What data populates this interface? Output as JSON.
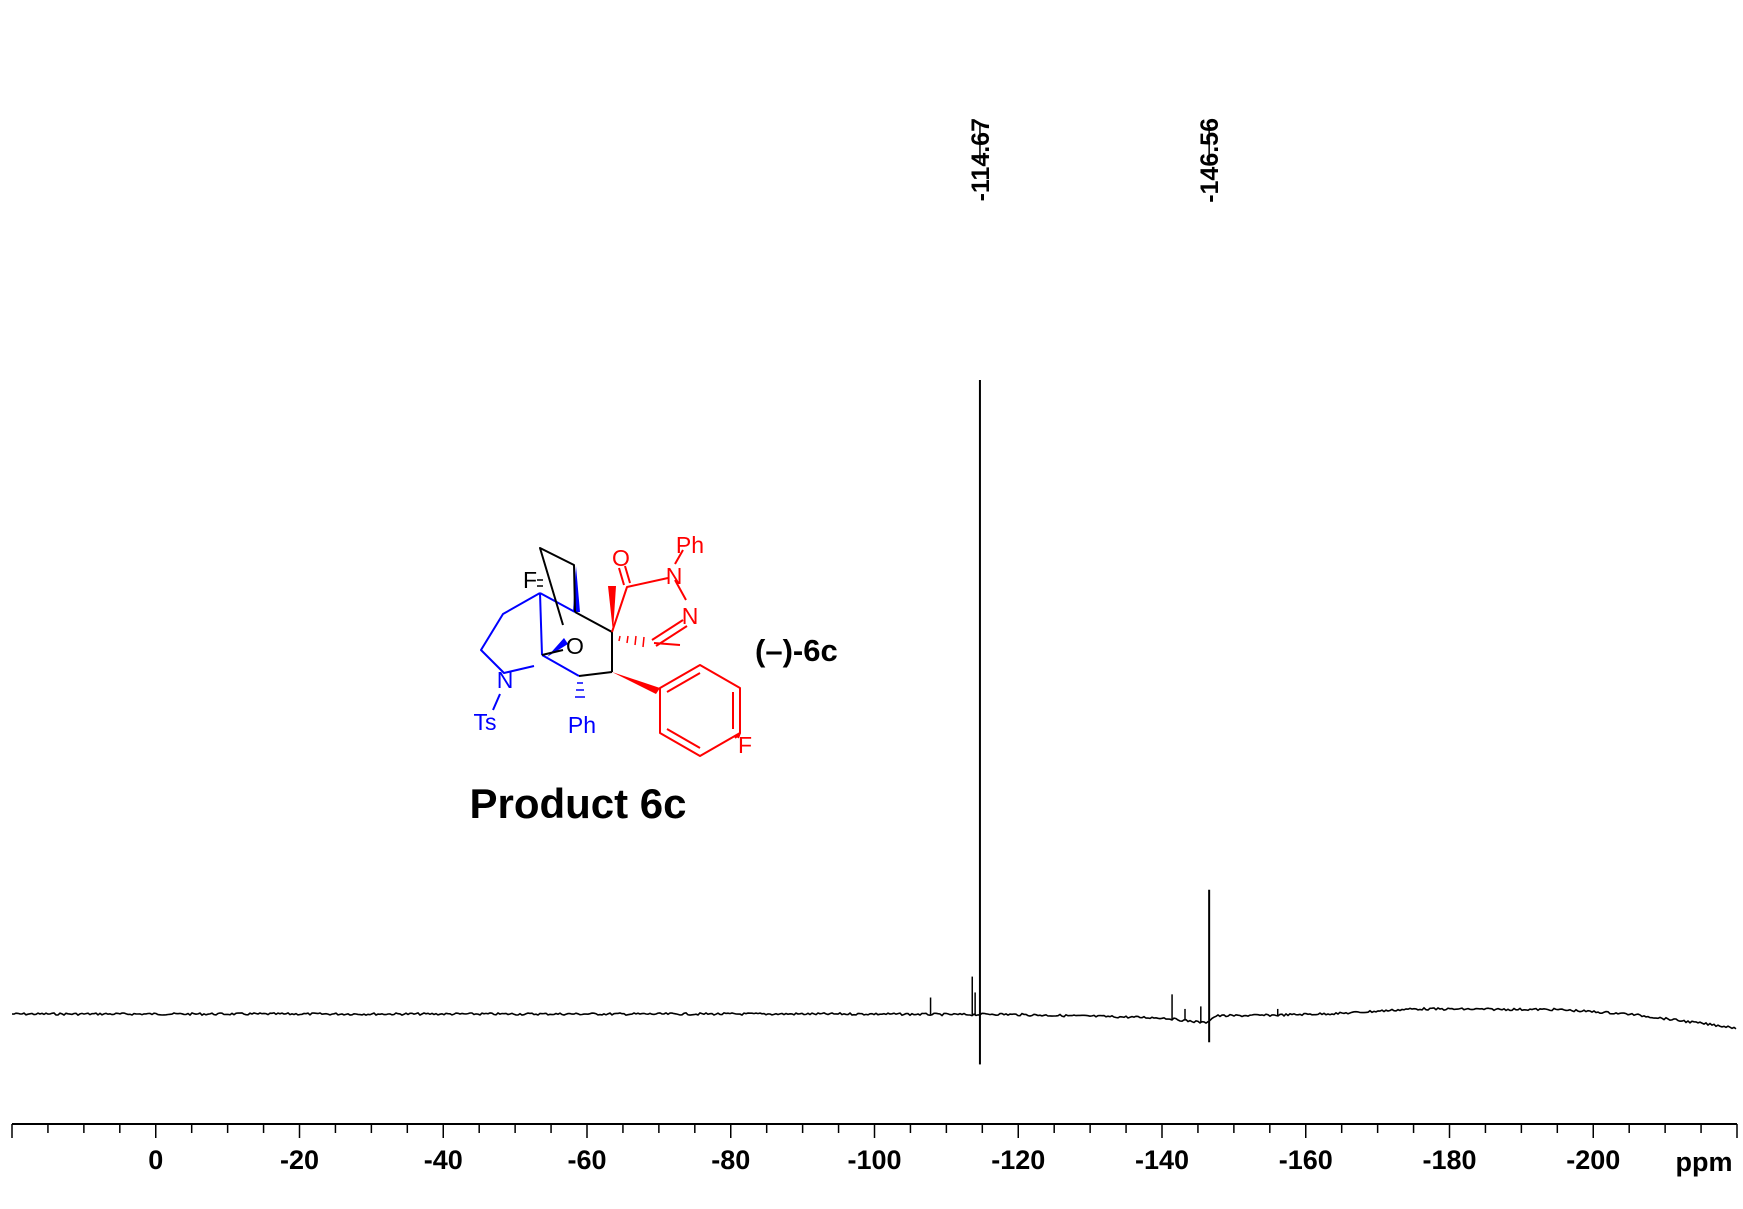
{
  "chart_data": {
    "type": "line",
    "title": "",
    "xlabel": "",
    "ylabel": "",
    "axis_unit": "ppm",
    "xlim": [
      20,
      -220
    ],
    "x_ticks": [
      0,
      -20,
      -40,
      -60,
      -80,
      -100,
      -120,
      -140,
      -160,
      -180,
      -200
    ],
    "x_tick_labels": [
      "0",
      "-20",
      "-40",
      "-60",
      "-80",
      "-100",
      "-120",
      "-140",
      "-160",
      "-180",
      "-200"
    ],
    "grid": false,
    "legend": "none",
    "peak_labels": [
      {
        "x": -114.67,
        "label": "-114.67"
      },
      {
        "x": -146.56,
        "label": "-146.56"
      }
    ],
    "peaks": [
      {
        "x": -114.67,
        "intensity": 1.0
      },
      {
        "x": -146.56,
        "intensity": 0.196
      }
    ],
    "minor_peaks": [
      {
        "x": -107.8,
        "intensity": 0.026
      },
      {
        "x": -113.6,
        "intensity": 0.059
      },
      {
        "x": -114.0,
        "intensity": 0.034
      },
      {
        "x": -141.4,
        "intensity": 0.031
      },
      {
        "x": -143.2,
        "intensity": 0.008
      },
      {
        "x": -145.4,
        "intensity": 0.012
      },
      {
        "x": -156.1,
        "intensity": 0.008
      }
    ],
    "baseline_offsets": [
      {
        "x": 20,
        "y": 0.0
      },
      {
        "x": -100,
        "y": 0.0
      },
      {
        "x": -114.0,
        "y": -0.001
      },
      {
        "x": -116,
        "y": 0.0
      },
      {
        "x": -140,
        "y": -0.006
      },
      {
        "x": -146.0,
        "y": -0.014
      },
      {
        "x": -147.5,
        "y": -0.003
      },
      {
        "x": -155,
        "y": -0.002
      },
      {
        "x": -165,
        "y": 0.001
      },
      {
        "x": -175,
        "y": 0.008
      },
      {
        "x": -195,
        "y": 0.007
      },
      {
        "x": -205,
        "y": 0.0
      },
      {
        "x": -220,
        "y": -0.022
      }
    ]
  },
  "figure": {
    "title": "Product 6c",
    "compound_label": "(–)-6c",
    "atom_labels": {
      "F_top": "F",
      "O_bridge": "O",
      "N_ring": "N",
      "Ts": "Ts",
      "Ph_bottom": "Ph",
      "O_carbonyl": "O",
      "N_pyr1": "N",
      "Ph_top": "Ph",
      "N_pyr2": "N",
      "F_aryl": "F"
    }
  },
  "colors": {
    "spectrum": "#000000",
    "blue_fragment": "#0000ff",
    "red_fragment": "#ff0000",
    "black_fragment": "#000000"
  }
}
